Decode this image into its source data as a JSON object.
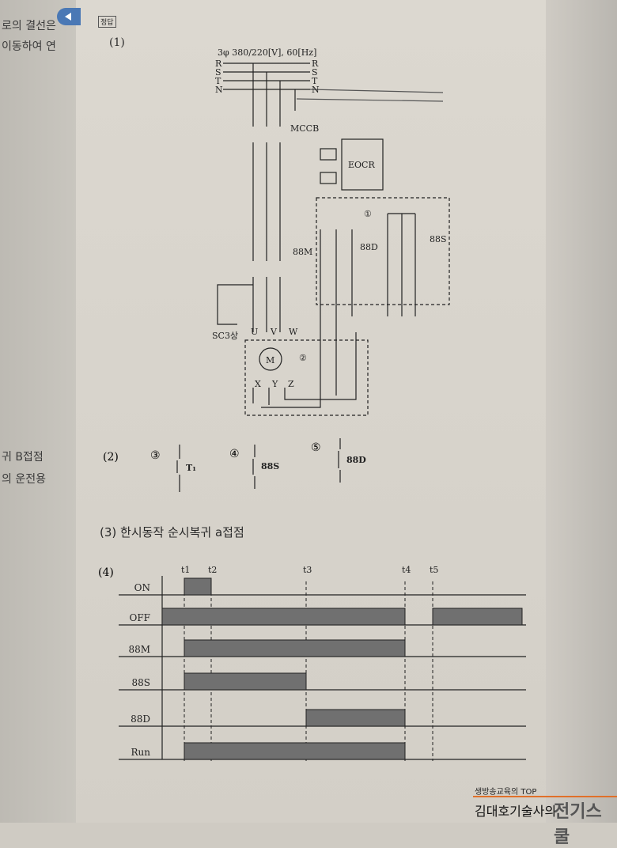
{
  "left_page": {
    "lines_top": [
      "로의 결선은",
      "이동하여 연"
    ],
    "lines_mid": [
      "귀 B접점",
      "의 운전용"
    ]
  },
  "badge": "정답",
  "part1": {
    "label": "(1)",
    "supply": "3φ 380/220[V], 60[Hz]",
    "phases": [
      "R",
      "S",
      "T",
      "N"
    ],
    "mccb": "MCCB",
    "eocr": "EOCR",
    "marker1": "①",
    "marker2": "②",
    "contactor_m": "88M",
    "contactor_d": "88D",
    "contactor_s": "88S",
    "capacitor": "SC3상",
    "motor": "M",
    "terminals_top": [
      "U",
      "V",
      "W"
    ],
    "terminals_bottom": [
      "X",
      "Y",
      "Z"
    ]
  },
  "part2": {
    "label": "(2)",
    "items": [
      {
        "num": "③",
        "name": "T₁"
      },
      {
        "num": "④",
        "name": "88S"
      },
      {
        "num": "⑤",
        "name": "88D"
      }
    ]
  },
  "part3": {
    "text": "(3) 한시동작 순시복귀 a접점"
  },
  "chart_data": {
    "type": "timing",
    "label": "(4)",
    "time_markers": [
      "t1",
      "t2",
      "t3",
      "t4",
      "t5"
    ],
    "signals": [
      {
        "name": "ON",
        "high": [
          [
            "t1",
            "t2"
          ]
        ]
      },
      {
        "name": "OFF",
        "high": [
          [
            "start",
            "t4"
          ],
          [
            "t5",
            "end"
          ]
        ]
      },
      {
        "name": "88M",
        "high": [
          [
            "t1",
            "t4"
          ]
        ]
      },
      {
        "name": "88S",
        "high": [
          [
            "t1",
            "t3"
          ]
        ]
      },
      {
        "name": "88D",
        "high": [
          [
            "t3",
            "t4"
          ]
        ]
      },
      {
        "name": "Run",
        "high": [
          [
            "t1",
            "t4"
          ]
        ]
      }
    ]
  },
  "watermark": {
    "line1": "생방송교육의 TOP",
    "line2": "김대호기술사의",
    "brand": "전기스쿨"
  },
  "colors": {
    "bar": "#707070",
    "accent": "#e0702a",
    "tab": "#4a78b5"
  }
}
